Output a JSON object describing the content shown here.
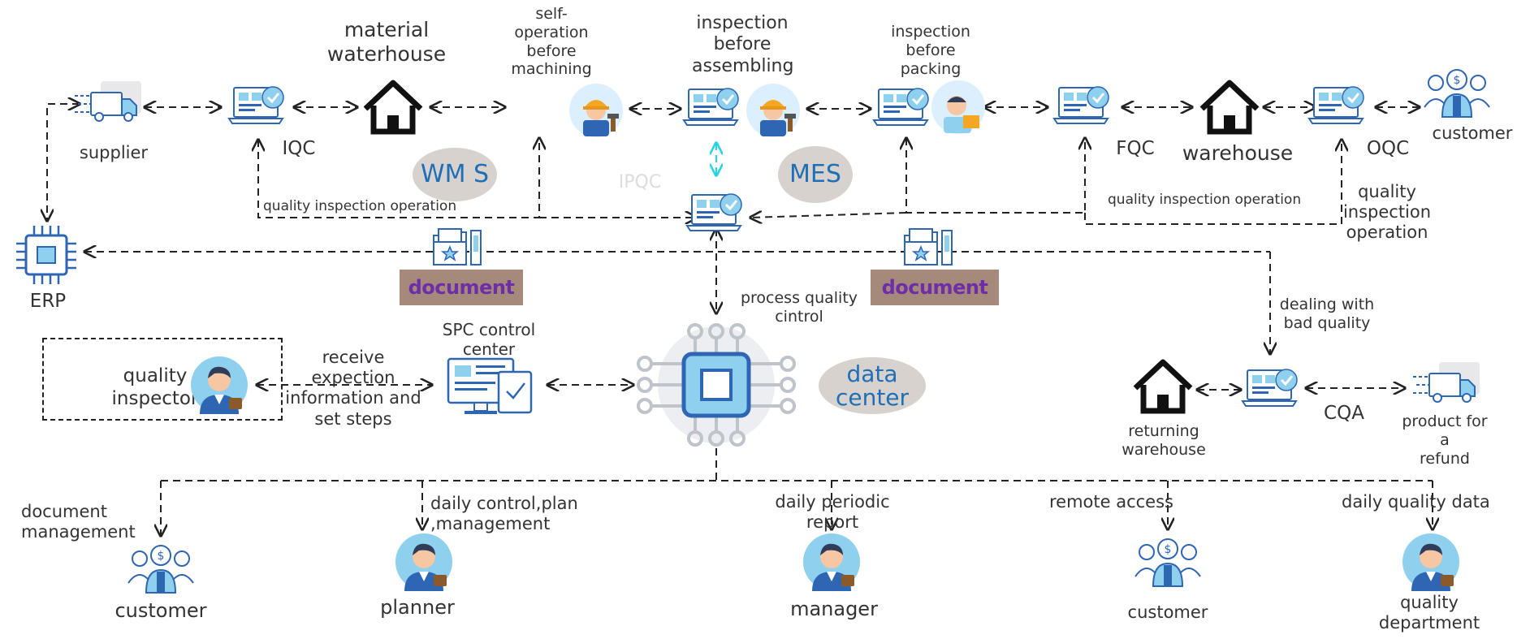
{
  "flow_top": {
    "supplier": "supplier",
    "iqc": "IQC",
    "material_warehouse": "material\nwaterhouse",
    "self_operation": "self-\noperation\nbefore\nmachining",
    "inspection_before_assembling": "inspection\nbefore\nassembling",
    "inspection_before_packing": "inspection\nbefore\npacking",
    "fqc": "FQC",
    "warehouse": "warehouse",
    "oqc": "OQC",
    "customer": "customer",
    "erp": "ERP",
    "ipqc": "IPQC"
  },
  "systems": {
    "wms": "WM\nS",
    "mes": "MES",
    "data_center": "data\ncenter"
  },
  "connectors": {
    "quality_inspection_left": "quality inspection operation",
    "quality_inspection_right": "quality inspection operation",
    "quality_inspection_stacked": "quality\ninspection\noperation",
    "process_quality": "process quality\ncintrol",
    "dealing_bad_quality": "dealing  with\nbad quality",
    "receive_expection": "receive expection\ninformation and\nset  steps"
  },
  "documents": {
    "left": "document",
    "right": "document"
  },
  "middle": {
    "quality_inspector": "quality\ninspector",
    "spc_center": "SPC control\ncenter"
  },
  "refund": {
    "returning_warehouse": "returning\nwarehouse",
    "cqa": "CQA",
    "product_refund": "product for a\nrefund"
  },
  "bottom": {
    "document_management": "document management",
    "daily_control": "daily control,plan ,management",
    "daily_periodic": "daily periodic\nreport",
    "remote_access": "remote access",
    "daily_quality_data": "daily quality data",
    "customer_left": "customer",
    "planner": "planner",
    "manager": "manager",
    "customer_right": "customer",
    "quality_department": "quality\ndepartment"
  },
  "colors": {
    "icon_blue": "#2f66b3",
    "light_blue": "#8fd0ef",
    "accent_cyan": "#26d4e8",
    "pill_bg": "#d8d2cf",
    "document_bg": "#a5897a",
    "document_text": "#6e2ea8",
    "system_text": "#1e6fb5"
  }
}
